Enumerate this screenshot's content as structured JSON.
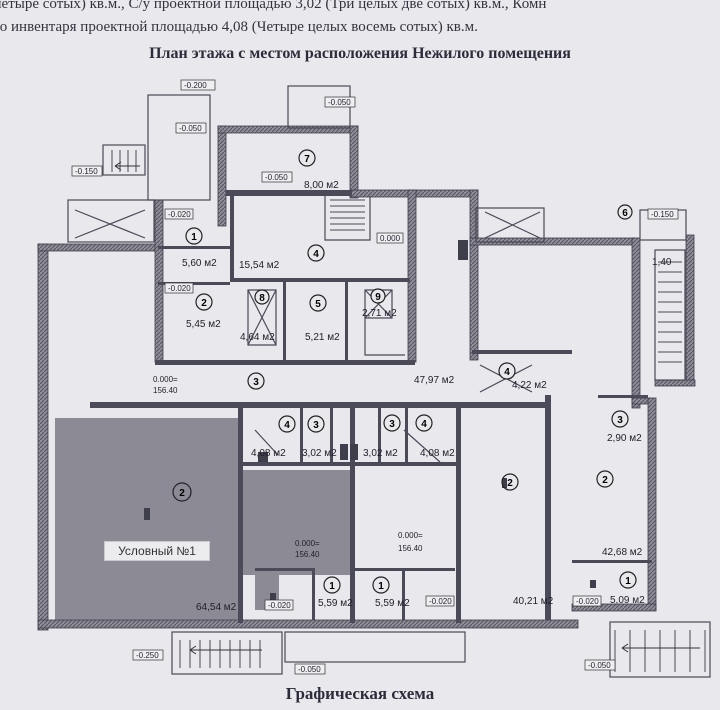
{
  "header": {
    "line1": "четыре сотых) кв.м., С/у проектной площадью 3,02 (Три целых две сотых) кв.м., Комн",
    "line2": "го инвентаря проектной площадью 4,08 (Четыре целых восемь сотых) кв.м."
  },
  "plan_title": "План этажа с местом расположения Нежилого помещения",
  "footer_title": "Графическая схема",
  "premise_label": "Условный №1",
  "rooms": {
    "r7": {
      "num": "7",
      "area": "8,00 м2"
    },
    "r1a": {
      "num": "1",
      "area": "5,60 м2"
    },
    "r2a": {
      "num": "2",
      "area": "5,45 м2"
    },
    "r4top": {
      "num": "4",
      "area": "15,54 м2"
    },
    "r8": {
      "num": "8",
      "area": "4,64 м2"
    },
    "r5": {
      "num": "5",
      "area": "5,21 м2"
    },
    "r9": {
      "num": "9",
      "area": "2,71 м2"
    },
    "r3corr": {
      "num": "3",
      "area": "47,97 м2"
    },
    "r4b": {
      "num": "4",
      "area": "4,22 м2"
    },
    "r6": {
      "num": "6",
      "area": "1,40"
    },
    "r3c": {
      "num": "3",
      "area": "2,90 м2"
    },
    "r2big": {
      "num": "2",
      "area": "64,54 м2"
    },
    "r4c": {
      "num": "4",
      "area": "4,08 м2"
    },
    "r3d": {
      "num": "3",
      "area": "3,02 м2"
    },
    "r3e": {
      "num": "3",
      "area": "3,02 м2"
    },
    "r4d": {
      "num": "4",
      "area": "4,08 м2"
    },
    "r2mid": {
      "num": "2",
      "area": "40,21 м2"
    },
    "r2right": {
      "num": "2",
      "area": "42,68 м2"
    },
    "r1b": {
      "num": "1",
      "area": "5,59 м2"
    },
    "r1c": {
      "num": "1",
      "area": "5,59 м2"
    },
    "r1d": {
      "num": "1",
      "area": "5,09 м2"
    }
  },
  "levels": {
    "l1": "-0.200",
    "l2": "-0.050",
    "l3": "-0.050",
    "l4": "-0.150",
    "l5": "-0.050",
    "l6": "-0.020",
    "l7": "0.000",
    "l8": "-0.150",
    "l9": "-0.020",
    "l10a": "0.000=",
    "l10b": "156.40",
    "l11a": "0.000=",
    "l11b": "156.40",
    "l12a": "0.000=",
    "l12b": "156.40",
    "l13": "-0.020",
    "l14": "-0.020",
    "l15": "-0.020",
    "l16": "-0.250",
    "l17": "-0.050",
    "l18": "-0.050"
  },
  "colors": {
    "wall": "#4a4a58",
    "premise_fill": "#8c8b95",
    "paper": "#e9e8ec"
  }
}
